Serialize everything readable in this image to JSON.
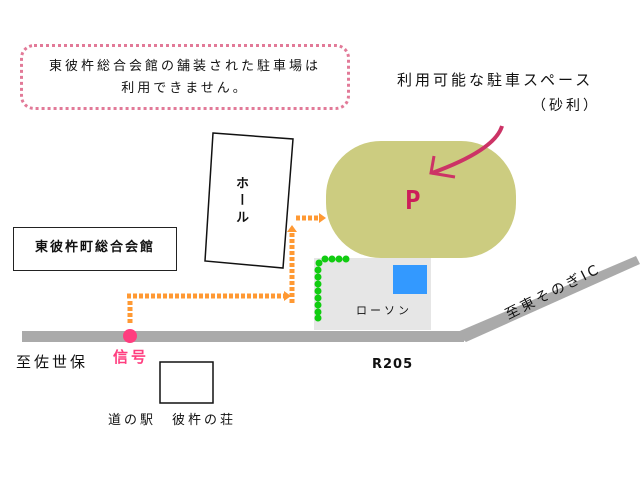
{
  "notice": {
    "line1": "東彼杵総合会館の舗装された駐車場は",
    "line2": "利用できません。"
  },
  "parking_label": {
    "line1": "利用可能な駐車スペース",
    "line2": "（砂利）"
  },
  "parking_symbol": "P",
  "hall_label": "ホール",
  "building_label": "東彼杵町総合会館",
  "store_label": "ローソン",
  "signal_label": "信号",
  "direction_west": "至佐世保",
  "direction_east": "至東そのぎIC",
  "road_label": "R205",
  "roadside_station_label": "道の駅　彼杵の荘",
  "colors": {
    "parking": "#cccc80",
    "accent": "#cc1e5a",
    "signal": "#ff3d7f",
    "route": "#ff9933",
    "hedge": "#11cc11",
    "store": "#e6e6e6",
    "store_sign": "#3399ff",
    "road": "#aaaaaa",
    "notice_border": "#e27a98"
  }
}
